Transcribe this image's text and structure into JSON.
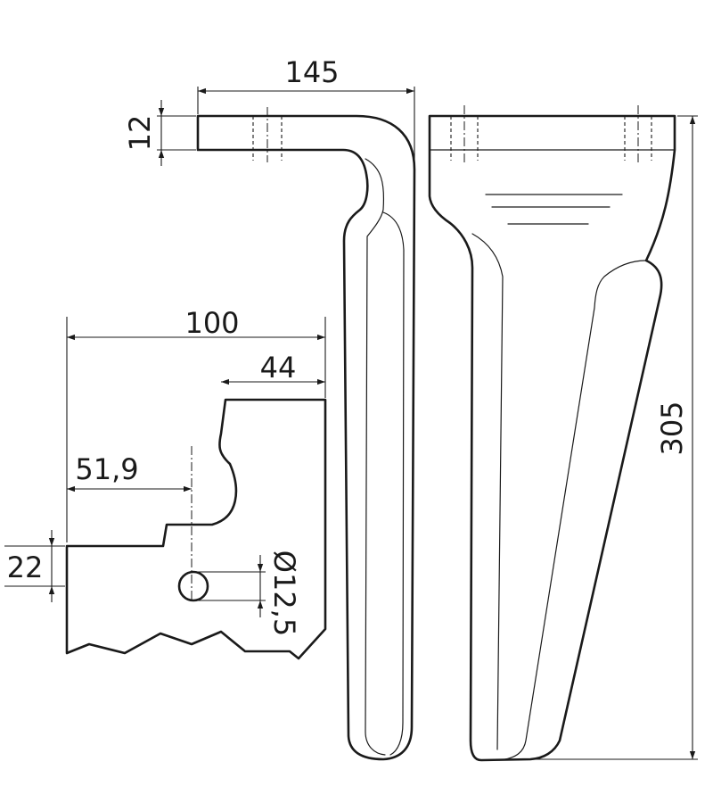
{
  "dimensions": {
    "bracket_width": "145",
    "flange_thickness": "12",
    "total_height": "305",
    "detail_width": "100",
    "detail_top_width": "44",
    "hole_offset": "51,9",
    "step_height": "22",
    "hole_diameter": "Ø12,5"
  }
}
